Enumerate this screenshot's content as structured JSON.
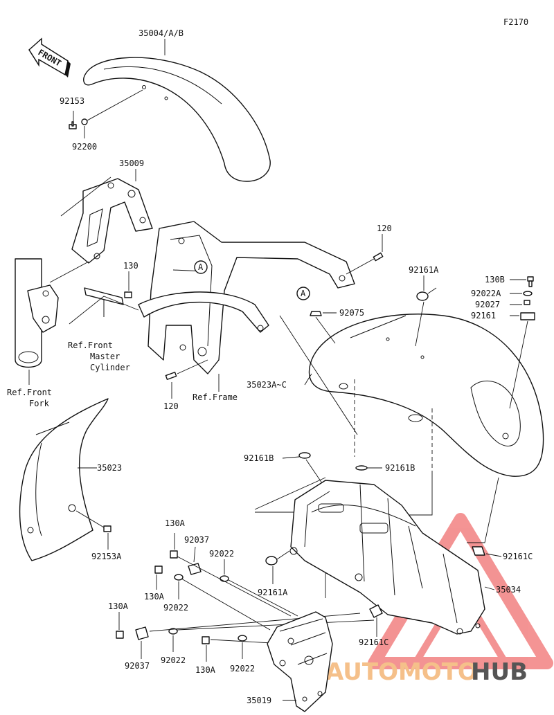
{
  "figure_code": "F2170",
  "direction_badge": "FRONT",
  "watermark": {
    "word_light": "AUTOMOTO",
    "word_dark": "HUB",
    "color_light": "#f5c08a",
    "color_dark": "#555555",
    "triangle_color": "#f07070"
  },
  "labels": {
    "p35004": "35004/A/B",
    "p92153": "92153",
    "p92200": "92200",
    "p35009": "35009",
    "p130": "130",
    "ref_master_1": "Ref.Front",
    "ref_master_2": "Master",
    "ref_master_3": "Cylinder",
    "ref_fork_1": "Ref.Front",
    "ref_fork_2": "Fork",
    "p120_top": "120",
    "p120_bottom": "120",
    "ref_frame": "Ref.Frame",
    "callout_a1": "A",
    "callout_a2": "A",
    "p92075": "92075",
    "p92161A_top": "92161A",
    "p130B": "130B",
    "p92022A": "92022A",
    "p92027": "92027",
    "p92161": "92161",
    "p35023AC": "35023A~C",
    "p35023": "35023",
    "p92153A": "92153A",
    "p92161B_left": "92161B",
    "p92161B_right": "92161B",
    "p92161A_bottom": "92161A",
    "p92161C_right": "92161C",
    "p35034": "35034",
    "p92161C_bottom": "92161C",
    "p130A_1": "130A",
    "p92037_1": "92037",
    "p92022_1": "92022",
    "p130A_2": "130A",
    "p92022_2": "92022",
    "p130A_3": "130A",
    "p92037_2": "92037",
    "p92022_3": "92022",
    "p130A_4": "130A",
    "p92022_4": "92022",
    "p35019": "35019"
  }
}
